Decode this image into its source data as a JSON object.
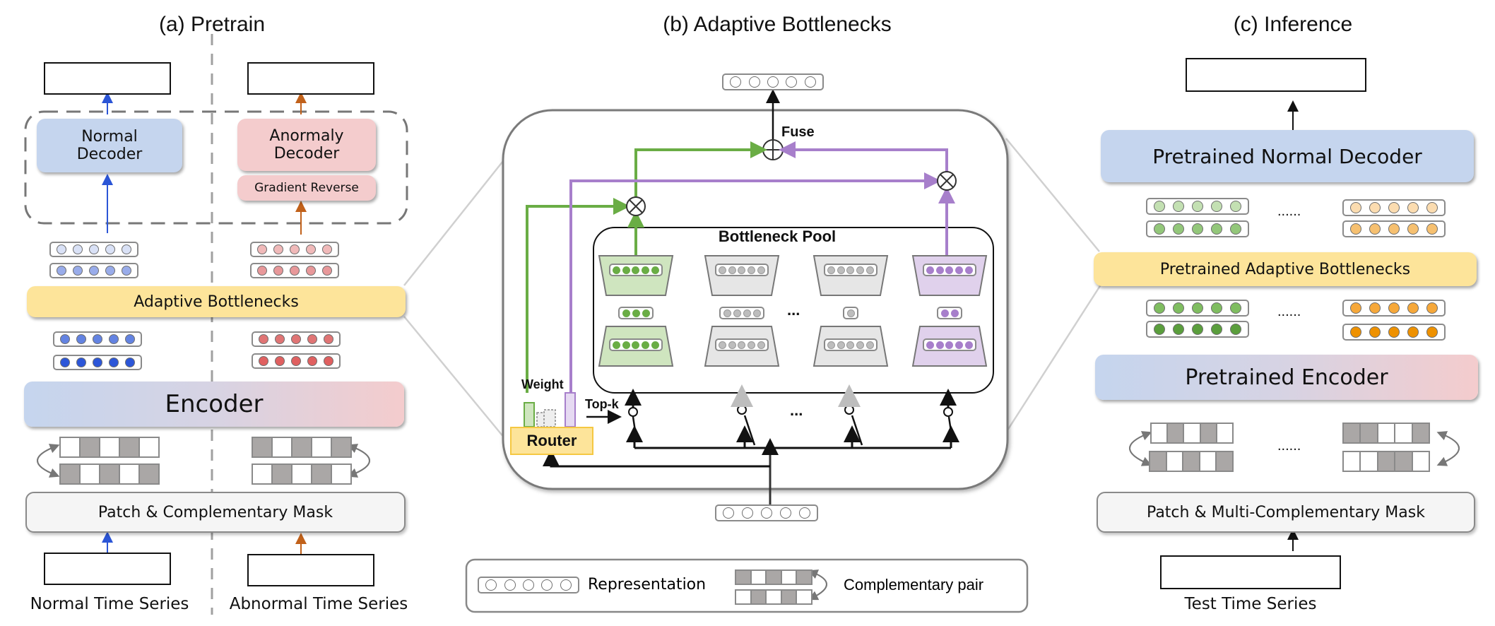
{
  "panels": {
    "pretrain": {
      "title": "(a) Pretrain",
      "normal_decoder": "Normal Decoder",
      "anomaly_decoder": "Anormaly Decoder",
      "gradient_reverse": "Gradient Reverse",
      "adaptive_bottlenecks": "Adaptive Bottlenecks",
      "encoder": "Encoder",
      "patch_mask": "Patch & Complementary Mask",
      "normal_series_label": "Normal Time Series",
      "abnormal_series_label": "Abnormal Time Series"
    },
    "bottlenecks": {
      "title": "(b) Adaptive Bottlenecks",
      "fuse_label": "Fuse",
      "pool_label": "Bottleneck Pool",
      "weight_label": "Weight",
      "topk_label": "Top-k",
      "router_label": "Router",
      "ellipsis": "...",
      "bottleneck_sizes": [
        3,
        4,
        1,
        2
      ],
      "selected": [
        true,
        false,
        false,
        true
      ]
    },
    "inference": {
      "title": "(c) Inference",
      "decoder": "Pretrained Normal Decoder",
      "adaptive_bottlenecks": "Pretrained Adaptive Bottlenecks",
      "encoder": "Pretrained Encoder",
      "patch_mask": "Patch & Multi-Complementary Mask",
      "series_label": "Test Time Series",
      "ellipsis": "......"
    }
  },
  "legend": {
    "representation": "Representation",
    "complementary_pair": "Complementary pair"
  },
  "colors": {
    "blue_box": "#c5d5ee",
    "pink_box": "#f4cccd",
    "yellow_box": "#fde49a",
    "green_path": "#6aad45",
    "purple_path": "#a77fcb",
    "blue_arrow": "#2b55d6",
    "orange_arrow": "#c1611a",
    "anomaly_red": "#ff0000"
  }
}
